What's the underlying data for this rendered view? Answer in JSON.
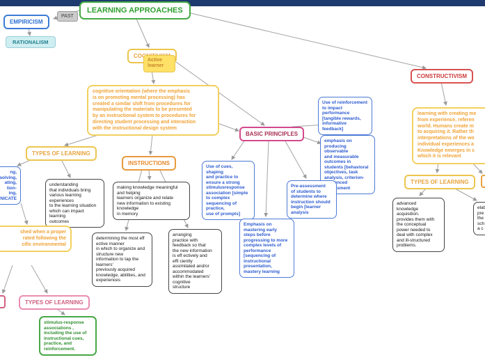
{
  "colors": {
    "topbar_navy": "#1e3a6e",
    "green": "#2fa02f",
    "blue": "#2b6fd4",
    "teal": "#23818f",
    "yellow_border": "#ecc54e",
    "orange": "#e8a33d",
    "red": "#cc3a3a",
    "magenta": "#a93055",
    "pink": "#d06080",
    "line_gray": "#a3a3a3"
  },
  "nodes": {
    "root": {
      "label": "LEARNING APPROACHES"
    },
    "past": {
      "label": "PAST"
    },
    "empiricism": {
      "label": "EMPIRICISM"
    },
    "rationalism": {
      "label": "RATIONALISM"
    },
    "cognitivism": {
      "label": "COGNITIVISM"
    },
    "active_learner": {
      "label": "Active learner"
    },
    "cognitive_desc": {
      "text": "cognitive orientation (where the emphasis\nis on promoting mental processing) has\ncreated a similar shift from procedures for\nmanipulating the materials to be presented\nby an instructional system to procedures for\ndirecting student processing and interaction\nwith the instructional design system"
    },
    "constructivism": {
      "label": "CONSTRUCTIVISM"
    },
    "constructivism_desc": {
      "text": "learning with creating me\nfrom experience, referen\nworld.  Humans create m\nto acquiring it. Rather th\ninterpretations of the wo\nindividual experiences a\nKnowledge emerges in c\nwhich it is relevant"
    },
    "basic_principles": {
      "label": "BASIC PRINCIPLES"
    },
    "reinforcement": {
      "text": "Use of reinforcement\nto impact performance\n[tangible rewards,\ninformative feedback]"
    },
    "observable_outcomes": {
      "text": "emphasis on\nproducing observable\nand measurable\noutcomes in\nstudents [behavioral\nobjectives, task\nanalysis, criterion-\nreferenced\nassessment"
    },
    "pre_assessment": {
      "text": "Pre-assessment\nof students to\ndetermine where\ninstruction should\nbegin [learner\nanalysis"
    },
    "cues_practice": {
      "text": "Use of cues, shaping\nand practice to\nensure a strong\nstimulusresponse\nassociation [simple\nto complex\nsequencing of\npractice,\nuse of prompts]"
    },
    "mastery": {
      "text": "Emphasis on\nmastering early\nsteps before\nprogressing to more\ncomplex levels of\nperformance\n[sequencing of\ninstructional\npresentation,\nmastery learning"
    },
    "types_left": {
      "label": "TYPES OF LEARNING"
    },
    "instructions": {
      "label": "INSTRUCTIONS"
    },
    "left_clipped_blue": {
      "text": "ng,\nsolving,\nating,\ntion-\ning,\nNICATE"
    },
    "understanding": {
      "text": "understanding\nthat individuals bring\nvarious learning\nexperiences\nto the learning situation\nwhich can impact\nlearning\noutcomes"
    },
    "making_knowledge": {
      "text": "making knowledge meaningful\nand helping\nlearners organize and relate\nnew information to existing\nknowledge\nin memory"
    },
    "determining": {
      "text": "determining the most eff\nective manner\nin which to organize and\nstructure new\ninformation to tap the\nlearners'\npreviously acquired\nknowledge, abilities, and\nexperiences"
    },
    "arranging": {
      "text": "arranging\npractice with\nfeedback so that\nthe new information\nis eff ectively and\neffi ciently\nassimilated and/or\naccommodated\nwithin the learners'\ncognitive\nstructure"
    },
    "left_clipped_yellow": {
      "text": "shed when a proper\nrated following the\ncific environmental"
    },
    "types_pink": {
      "label": "TYPES OF LEARNING"
    },
    "stimulus_response": {
      "text": "stimulus-response\nassociations ,\nincluding the use of\ninstructional cues,\npractice, and\nreinforcement."
    },
    "types_right": {
      "label": "TYPES OF LEARNING"
    },
    "advanced_knowledge": {
      "text": "advanced\nknowledge\nacquisition.\nprovides them with\nthe conceptual\npower needed to\ndeal with complex\nand ill-structured\nproblems."
    },
    "right_clipped_black": {
      "text": "elab\npre\nthe\nsch\na c"
    }
  }
}
